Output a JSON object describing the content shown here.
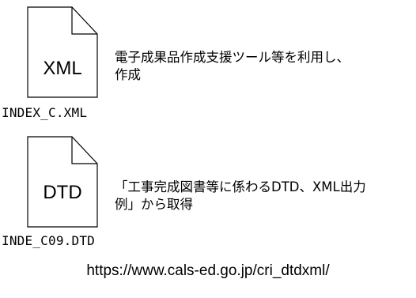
{
  "files": [
    {
      "icon_name": "xml-file-icon",
      "extension": "XML",
      "description_line1": "電子成果品作成支援ツール等を利用し、",
      "description_line2": "作成",
      "filename": "INDEX_C.XML"
    },
    {
      "icon_name": "dtd-file-icon",
      "extension": "DTD",
      "description_line1": "「工事完成図書等に係わるDTD、XML出力",
      "description_line2": "例」から取得",
      "filename": "INDE_C09.DTD"
    }
  ],
  "url": "https://www.cals-ed.go.jp/cri_dtdxml/"
}
